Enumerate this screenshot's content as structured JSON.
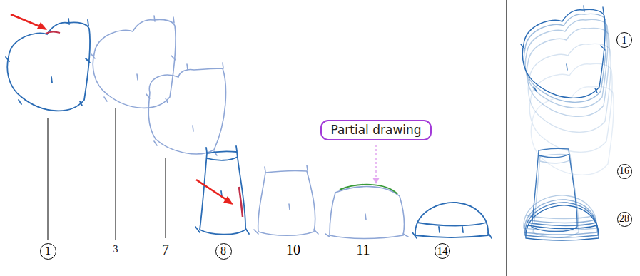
{
  "diagram": {
    "nodes": [
      {
        "text": [
          "1"
        ]
      },
      {
        "text": [
          "8"
        ]
      },
      {
        "text": [
          "14"
        ]
      },
      {
        "text": [
          "Partial drawing"
        ]
      },
      {
        "text": [
          "1"
        ]
      },
      {
        "text": [
          "16"
        ]
      },
      {
        "text": [
          "28"
        ]
      }
    ],
    "labels": [
      "3",
      "7",
      "10",
      "11"
    ]
  }
}
